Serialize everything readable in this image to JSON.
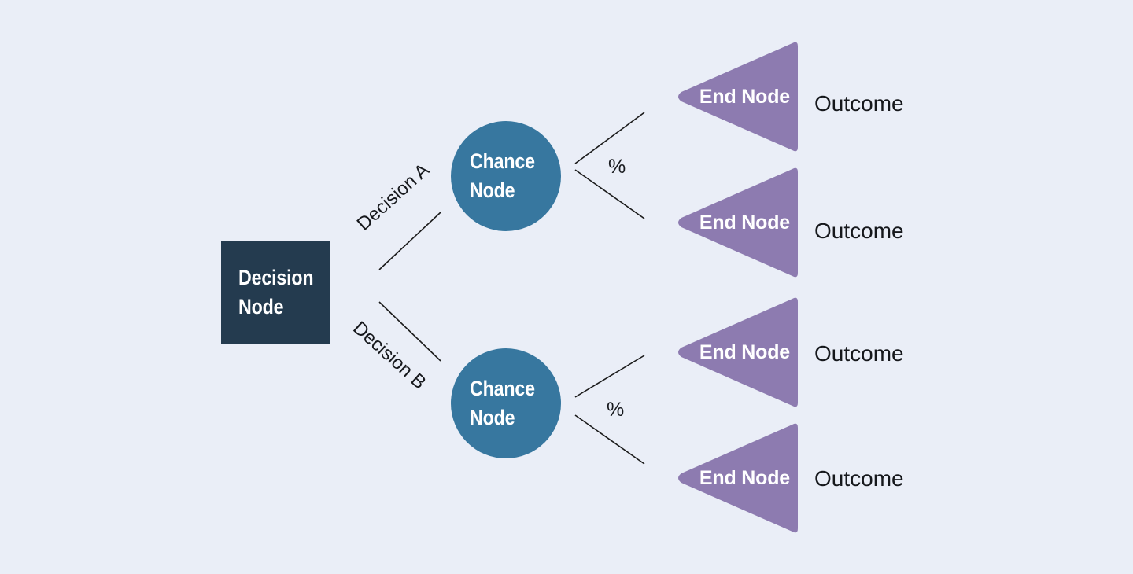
{
  "diagram": {
    "type": "decision-tree",
    "background_color": "#eaeef7",
    "nodes": {
      "decision": {
        "label": "Decision\nNode",
        "shape": "square",
        "color": "#243b4f",
        "text_color": "#ffffff"
      },
      "chance": [
        {
          "label": "Chance\nNode",
          "shape": "circle",
          "color": "#37779f",
          "text_color": "#ffffff"
        },
        {
          "label": "Chance\nNode",
          "shape": "circle",
          "color": "#37779f",
          "text_color": "#ffffff"
        }
      ],
      "end": [
        {
          "label": "End Node",
          "shape": "triangle-left",
          "color": "#8d7bb0",
          "text_color": "#ffffff"
        },
        {
          "label": "End Node",
          "shape": "triangle-left",
          "color": "#8d7bb0",
          "text_color": "#ffffff"
        },
        {
          "label": "End Node",
          "shape": "triangle-left",
          "color": "#8d7bb0",
          "text_color": "#ffffff"
        },
        {
          "label": "End Node",
          "shape": "triangle-left",
          "color": "#8d7bb0",
          "text_color": "#ffffff"
        }
      ]
    },
    "branch_labels": [
      {
        "text": "Decision A"
      },
      {
        "text": "Decision B"
      }
    ],
    "probability_labels": [
      {
        "text": "%"
      },
      {
        "text": "%"
      }
    ],
    "outcomes": [
      {
        "text": "Outcome"
      },
      {
        "text": "Outcome"
      },
      {
        "text": "Outcome"
      },
      {
        "text": "Outcome"
      }
    ],
    "line_color": "#1b1b1b"
  }
}
